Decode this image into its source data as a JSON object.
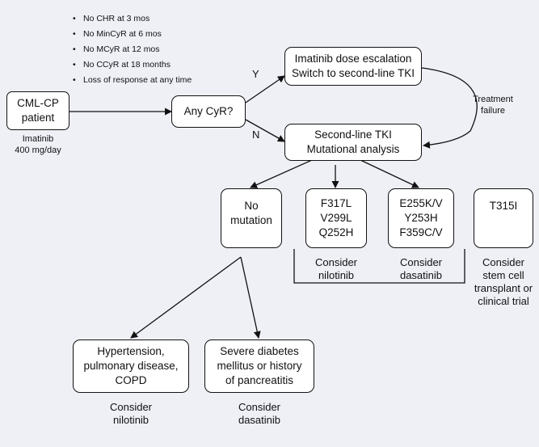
{
  "criteria": [
    "No CHR at 3 mos",
    "No MinCyR at 6 mos",
    "No MCyR at 12 mos",
    "No CCyR at 18 months",
    "Loss of response at any time"
  ],
  "start": {
    "lines": [
      "CML-CP",
      "patient"
    ],
    "caption": [
      "Imatinib",
      "400 mg/day"
    ]
  },
  "decision": {
    "label": "Any CyR?",
    "yes": "Y",
    "no": "N"
  },
  "escalation": {
    "lines": [
      "Imatinib dose escalation",
      "Switch to second-line TKI"
    ]
  },
  "second_line": {
    "lines": [
      "Second-line TKI",
      "Mutational analysis"
    ]
  },
  "treatment_failure": [
    "Treatment",
    "failure"
  ],
  "mutations": {
    "none": [
      "No",
      "mutation"
    ],
    "nilotinib_group": [
      "F317L",
      "V299L",
      "Q252H"
    ],
    "dasatinib_group": [
      "E255K/V",
      "Y253H",
      "F359C/V"
    ],
    "t315i": [
      "T315I"
    ]
  },
  "mutation_consider": {
    "nilotinib": [
      "Consider",
      "nilotinib"
    ],
    "dasatinib": [
      "Consider",
      "dasatinib"
    ],
    "t315i": [
      "Consider",
      "stem cell",
      "transplant or",
      "clinical trial"
    ]
  },
  "comorbidity": {
    "left": [
      "Hypertension,",
      "pulmonary disease,",
      "COPD"
    ],
    "right": [
      "Severe diabetes",
      "mellitus or history",
      "of pancreatitis"
    ]
  },
  "comorbidity_consider": {
    "left": [
      "Consider",
      "nilotinib"
    ],
    "right": [
      "Consider",
      "dasatinib"
    ]
  },
  "colors": {
    "background": "#eef0f6",
    "box": "#ffffff",
    "line": "#111111"
  }
}
